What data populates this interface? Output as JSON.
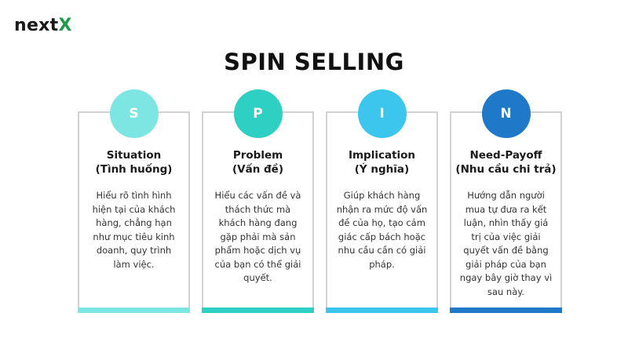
{
  "logo": {
    "text_main": "next",
    "text_accent": "X"
  },
  "title": "SPIN SELLING",
  "cards": [
    {
      "letter": "S",
      "title": "Situation",
      "subtitle": "(Tình huống)",
      "body": "Hiểu rõ tình hình hiện tại của khách hàng, chẳng hạn như mục tiêu kinh doanh, quy trình làm việc.",
      "color": "#7de6e3"
    },
    {
      "letter": "P",
      "title": "Problem",
      "subtitle": "(Vấn đề)",
      "body": "Hiểu các vấn đề và thách thức mà khách hàng đang gặp phải mà sản phẩm hoặc dịch vụ của bạn có thể giải quyết.",
      "color": "#2fd0c4"
    },
    {
      "letter": "I",
      "title": "Implication",
      "subtitle": "(Ý nghĩa)",
      "body": "Giúp khách hàng nhận ra mức độ vấn đề của họ, tạo cảm giác cấp bách hoặc nhu cầu cần có giải pháp.",
      "color": "#3cc6ee"
    },
    {
      "letter": "N",
      "title": "Need-Payoff",
      "subtitle": "(Nhu cầu chi trả)",
      "body": "Hướng dẫn người mua tự đưa ra kết luận, nhìn thấy giá trị của việc giải quyết vấn đề bằng giải pháp của bạn ngay bây giờ thay vì sau này.",
      "color": "#1f78c8"
    }
  ]
}
